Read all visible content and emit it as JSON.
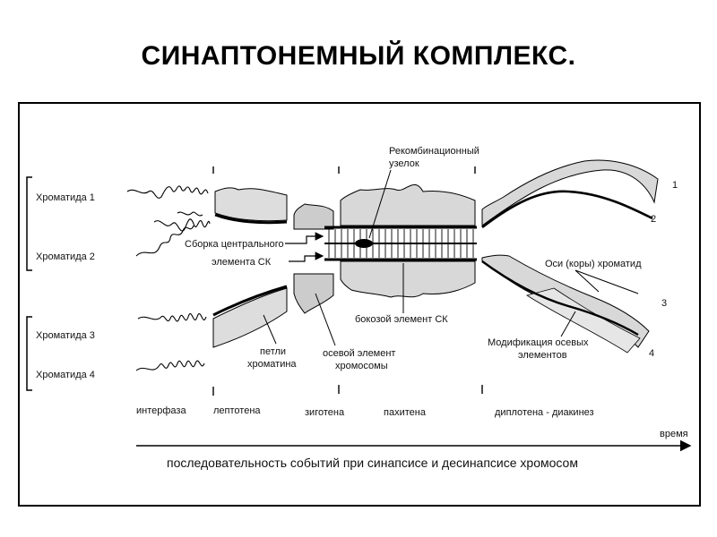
{
  "title": "СИНАПТОНЕМНЫЙ КОМПЛЕКС.",
  "chromatids": [
    "Хроматида 1",
    "Хроматида 2",
    "Хроматида 3",
    "Хроматида 4"
  ],
  "annotations": {
    "recomb_line1": "Рекомбинационный",
    "recomb_line2": "узелок",
    "central_line1": "Сборка центрального",
    "central_line2": "элемента СК",
    "axes": "Оси (коры) хроматид",
    "lateral": "бокозой элемент СК",
    "axial_line1": "осевой элемент",
    "axial_line2": "хромосомы",
    "loops_line1": "петли",
    "loops_line2": "хроматина",
    "modif_line1": "Модификация осевых",
    "modif_line2": "элементов"
  },
  "numbers": [
    "1",
    "2",
    "3",
    "4"
  ],
  "stages": [
    "интерфаза",
    "лептотена",
    "зиготена",
    "пахитена",
    "диплотена - диакинез"
  ],
  "time_label": "время",
  "sequence": "последовательность событий  при синапсисе и десинапсисе хромосом"
}
